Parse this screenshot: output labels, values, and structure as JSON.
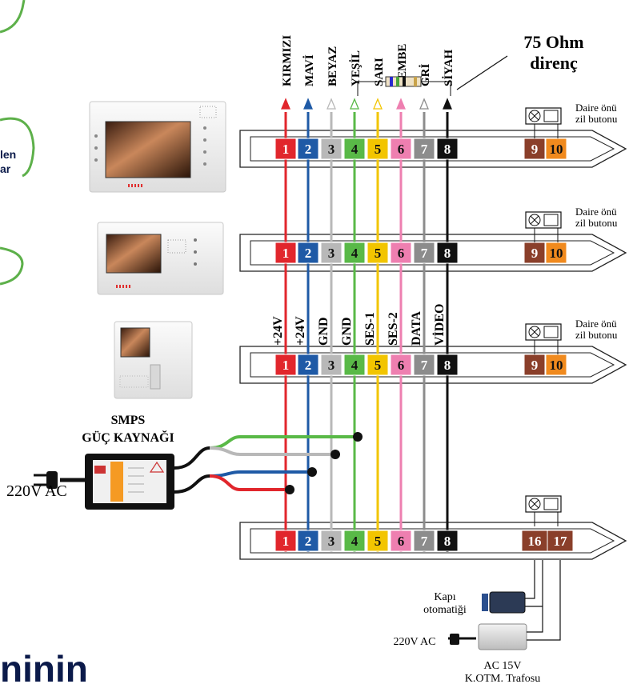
{
  "top_labels": [
    "KIRMIZI",
    "MAVİ",
    "BEYAZ",
    "YEŞİL",
    "SARI",
    "PEMBE",
    "GRİ",
    "SİYAH"
  ],
  "wire_colors": [
    "#e1262c",
    "#1f5aa6",
    "#b8b8b8",
    "#59b947",
    "#f2c500",
    "#ee7fb0",
    "#8c8c8c",
    "#111111"
  ],
  "terminal_numbers": [
    "1",
    "2",
    "3",
    "4",
    "5",
    "6",
    "7",
    "8"
  ],
  "terminal_fills": [
    "#e1262c",
    "#1f5aa6",
    "#b8b8b8",
    "#59b947",
    "#f2c500",
    "#ee7fb0",
    "#8c8c8c",
    "#111111"
  ],
  "signal_labels": [
    "+24V",
    "+24V",
    "GND",
    "GND",
    "SES-1",
    "SES-2",
    "DATA",
    "VİDEO"
  ],
  "resistor": {
    "title": "75 Ohm",
    "subtitle": "direnç"
  },
  "bell_label": {
    "line1": "Daire önü",
    "line2": "zil butonu"
  },
  "floor_extra_terminals": [
    "9",
    "10"
  ],
  "entrance_extra_terminals": [
    "16",
    "17"
  ],
  "power_supply": {
    "line1": "SMPS",
    "line2": "GÜÇ KAYNAĞI",
    "input": "220V AC"
  },
  "door_lock": {
    "line1": "Kapı",
    "line2": "otomatiği"
  },
  "transformer": {
    "input": "220V AC",
    "line1": "AC 15V",
    "line2": "K.OTM. Trafosu"
  },
  "left_fragments": {
    "a": "len",
    "b": "ar",
    "c": "ninin"
  }
}
